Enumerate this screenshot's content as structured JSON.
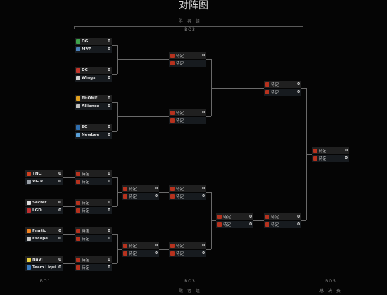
{
  "title": "对阵图",
  "sections": {
    "winners": "胜 者 组",
    "winners_format": "BO3",
    "losers_format": "BO3",
    "losers": "败 者 组",
    "bo1": "BO1",
    "finals_format": "BO5",
    "finals": "总 决 赛"
  },
  "colors": {
    "tbd_icon": "#b6321e",
    "slot_bg": "#202020",
    "slot_bg_alt": "#171b1f",
    "line": "#6a6a6a"
  },
  "matches": [
    {
      "id": "w1",
      "teams": [
        {
          "name": "OG",
          "score": "0",
          "icon": "og-logo-icon"
        },
        {
          "name": "MVP",
          "score": "0",
          "icon": "mvp-logo-icon"
        }
      ]
    },
    {
      "id": "w2",
      "teams": [
        {
          "name": "DC",
          "score": "0",
          "icon": "dc-logo-icon"
        },
        {
          "name": "Wings",
          "score": "0",
          "icon": "wings-logo-icon"
        }
      ]
    },
    {
      "id": "w3",
      "teams": [
        {
          "name": "EHOME",
          "score": "0",
          "icon": "ehome-logo-icon"
        },
        {
          "name": "Alliance",
          "score": "0",
          "icon": "alliance-logo-icon"
        }
      ]
    },
    {
      "id": "w4",
      "teams": [
        {
          "name": "EG",
          "score": "0",
          "icon": "eg-logo-icon"
        },
        {
          "name": "Newbee",
          "score": "0",
          "icon": "newbee-logo-icon"
        }
      ]
    },
    {
      "id": "w5",
      "teams": [
        {
          "name": "待定",
          "score": "0",
          "icon": "dota-tbd-icon"
        },
        {
          "name": "待定",
          "score": "",
          "icon": "dota-tbd-icon"
        }
      ]
    },
    {
      "id": "w6",
      "teams": [
        {
          "name": "待定",
          "score": "0",
          "icon": "dota-tbd-icon"
        },
        {
          "name": "待定",
          "score": "",
          "icon": "dota-tbd-icon"
        }
      ]
    },
    {
      "id": "w7",
      "teams": [
        {
          "name": "待定",
          "score": "0",
          "icon": "dota-tbd-icon"
        },
        {
          "name": "待定",
          "score": "0",
          "icon": "dota-tbd-icon"
        }
      ]
    },
    {
      "id": "gf",
      "teams": [
        {
          "name": "待定",
          "score": "0",
          "icon": "dota-tbd-icon"
        },
        {
          "name": "待定",
          "score": "0",
          "icon": "dota-tbd-icon"
        }
      ]
    },
    {
      "id": "b1",
      "teams": [
        {
          "name": "TNC",
          "score": "0",
          "icon": "tnc-logo-icon"
        },
        {
          "name": "VG.R",
          "score": "0",
          "icon": "vgr-logo-icon"
        }
      ]
    },
    {
      "id": "b2",
      "teams": [
        {
          "name": "Secret",
          "score": "0",
          "icon": "secret-logo-icon"
        },
        {
          "name": "LGD",
          "score": "0",
          "icon": "lgd-logo-icon"
        }
      ]
    },
    {
      "id": "b3",
      "teams": [
        {
          "name": "Fnatic",
          "score": "0",
          "icon": "fnatic-logo-icon"
        },
        {
          "name": "Escape",
          "score": "0",
          "icon": "escape-logo-icon"
        }
      ]
    },
    {
      "id": "b4",
      "teams": [
        {
          "name": "NaVi",
          "score": "0",
          "icon": "navi-logo-icon"
        },
        {
          "name": "Team Liquid",
          "score": "0",
          "icon": "liquid-logo-icon"
        }
      ]
    },
    {
      "id": "l1",
      "teams": [
        {
          "name": "待定",
          "score": "0",
          "icon": "dota-tbd-icon"
        },
        {
          "name": "待定",
          "score": "0",
          "icon": "dota-tbd-icon"
        }
      ]
    },
    {
      "id": "l2",
      "teams": [
        {
          "name": "待定",
          "score": "0",
          "icon": "dota-tbd-icon"
        },
        {
          "name": "待定",
          "score": "0",
          "icon": "dota-tbd-icon"
        }
      ]
    },
    {
      "id": "l3",
      "teams": [
        {
          "name": "待定",
          "score": "0",
          "icon": "dota-tbd-icon"
        },
        {
          "name": "待定",
          "score": "0",
          "icon": "dota-tbd-icon"
        }
      ]
    },
    {
      "id": "l4",
      "teams": [
        {
          "name": "待定",
          "score": "0",
          "icon": "dota-tbd-icon"
        },
        {
          "name": "待定",
          "score": "0",
          "icon": "dota-tbd-icon"
        }
      ]
    },
    {
      "id": "l5",
      "teams": [
        {
          "name": "待定",
          "score": "0",
          "icon": "dota-tbd-icon"
        },
        {
          "name": "待定",
          "score": "0",
          "icon": "dota-tbd-icon"
        }
      ]
    },
    {
      "id": "l6",
      "teams": [
        {
          "name": "待定",
          "score": "0",
          "icon": "dota-tbd-icon"
        },
        {
          "name": "待定",
          "score": "0",
          "icon": "dota-tbd-icon"
        }
      ]
    },
    {
      "id": "l7",
      "teams": [
        {
          "name": "待定",
          "score": "0",
          "icon": "dota-tbd-icon"
        },
        {
          "name": "待定",
          "score": "0",
          "icon": "dota-tbd-icon"
        }
      ]
    },
    {
      "id": "l8",
      "teams": [
        {
          "name": "待定",
          "score": "0",
          "icon": "dota-tbd-icon"
        },
        {
          "name": "待定",
          "score": "0",
          "icon": "dota-tbd-icon"
        }
      ]
    },
    {
      "id": "l9",
      "teams": [
        {
          "name": "待定",
          "score": "0",
          "icon": "dota-tbd-icon"
        },
        {
          "name": "待定",
          "score": "0",
          "icon": "dota-tbd-icon"
        }
      ]
    },
    {
      "id": "l10",
      "teams": [
        {
          "name": "待定",
          "score": "0",
          "icon": "dota-tbd-icon"
        },
        {
          "name": "待定",
          "score": "0",
          "icon": "dota-tbd-icon"
        }
      ]
    },
    {
      "id": "lf",
      "teams": [
        {
          "name": "待定",
          "score": "0",
          "icon": "dota-tbd-icon"
        },
        {
          "name": "待定",
          "score": "0",
          "icon": "dota-tbd-icon"
        }
      ]
    }
  ]
}
